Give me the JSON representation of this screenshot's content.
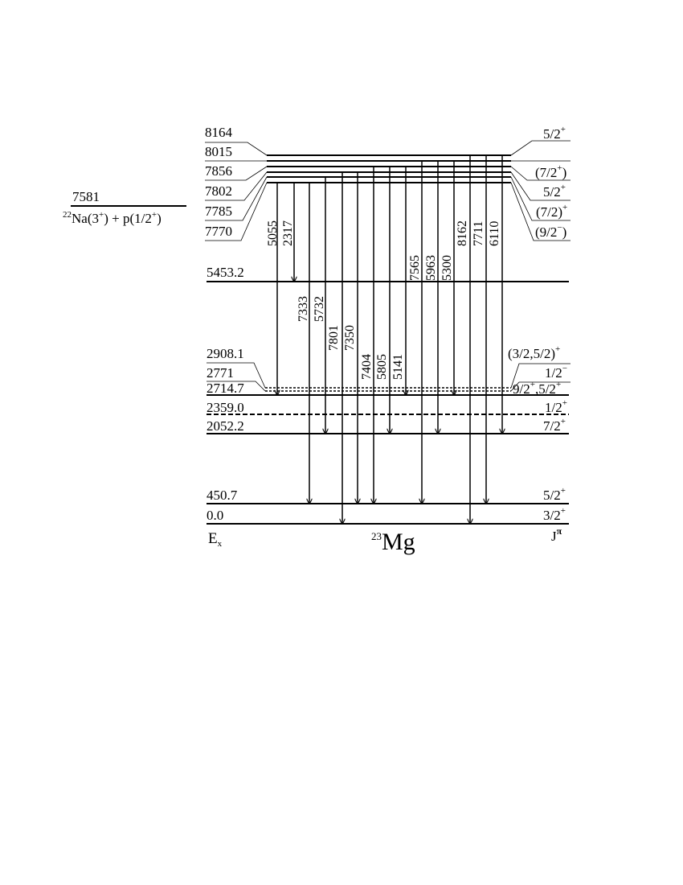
{
  "nucleus": {
    "mass": "23",
    "symbol": "Mg"
  },
  "axis_labels": {
    "ex": "E",
    "ex_sub": "x",
    "jpi": "J",
    "jpi_sup": "π"
  },
  "threshold": {
    "energy": "7581",
    "nuc_mass": "22",
    "nuc": "Na(3",
    "nuc_sup": "+",
    "mid": ") + p(1/2",
    "mid_sup": "+",
    "tail": ")"
  },
  "upper_levels": [
    {
      "energy": "8164",
      "jpi": "5/2",
      "jpi_sup": "+"
    },
    {
      "energy": "8015",
      "jpi": "(7/2",
      "jpi_sup": "+",
      "jpi_tail": ")"
    },
    {
      "energy": "7856",
      "jpi": "5/2",
      "jpi_sup": "+"
    },
    {
      "energy": "7802",
      "jpi": "(7/2)",
      "jpi_sup": "+"
    },
    {
      "energy": "7785",
      "jpi": "(9/2",
      "jpi_sup": "−",
      "jpi_tail": ")"
    },
    {
      "energy": "7770"
    }
  ],
  "lower_levels": [
    {
      "energy": "5453.2"
    },
    {
      "energy": "2908.1",
      "jpi": "(3/2,5/2)",
      "jpi_sup": "+"
    },
    {
      "energy": "2771",
      "jpi": "1/2",
      "jpi_sup": "−"
    },
    {
      "energy": "2714.7",
      "jpi": "9/2",
      "jpi_sup": "+",
      "jpi_mid": ",5/2",
      "jpi_sup2": "+"
    },
    {
      "energy": "2359.0",
      "jpi": "1/2",
      "jpi_sup": "+"
    },
    {
      "energy": "2052.2",
      "jpi": "7/2",
      "jpi_sup": "+"
    },
    {
      "energy": "450.7",
      "jpi": "5/2",
      "jpi_sup": "+"
    },
    {
      "energy": "0.0",
      "jpi": "3/2",
      "jpi_sup": "+"
    }
  ],
  "transitions": [
    "5055",
    "2317",
    "7333",
    "5732",
    "7801",
    "7350",
    "7404",
    "5805",
    "5141",
    "7565",
    "5963",
    "5300",
    "8162",
    "7711",
    "6110"
  ]
}
